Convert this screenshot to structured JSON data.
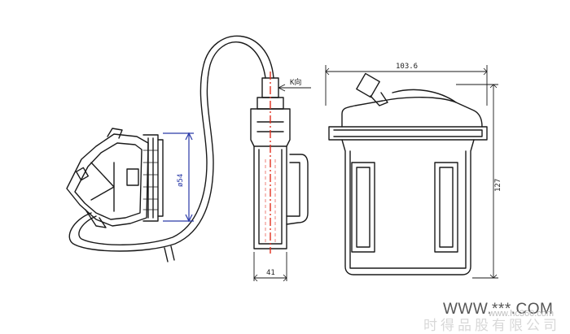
{
  "dimensions": {
    "width_label": "103.6",
    "height_label": "127",
    "diameter_label": "ø54",
    "body_width_label": "41",
    "view_label": "K向"
  },
  "watermark": {
    "primary": "WWW.***.COM",
    "secondary": "www.hc360.com",
    "company": "时得品股有限公司"
  },
  "colors": {
    "line": "#1a1a1a",
    "dimension_blue": "#2a3aa8",
    "centerline_red": "#e03020",
    "background": "#ffffff"
  }
}
